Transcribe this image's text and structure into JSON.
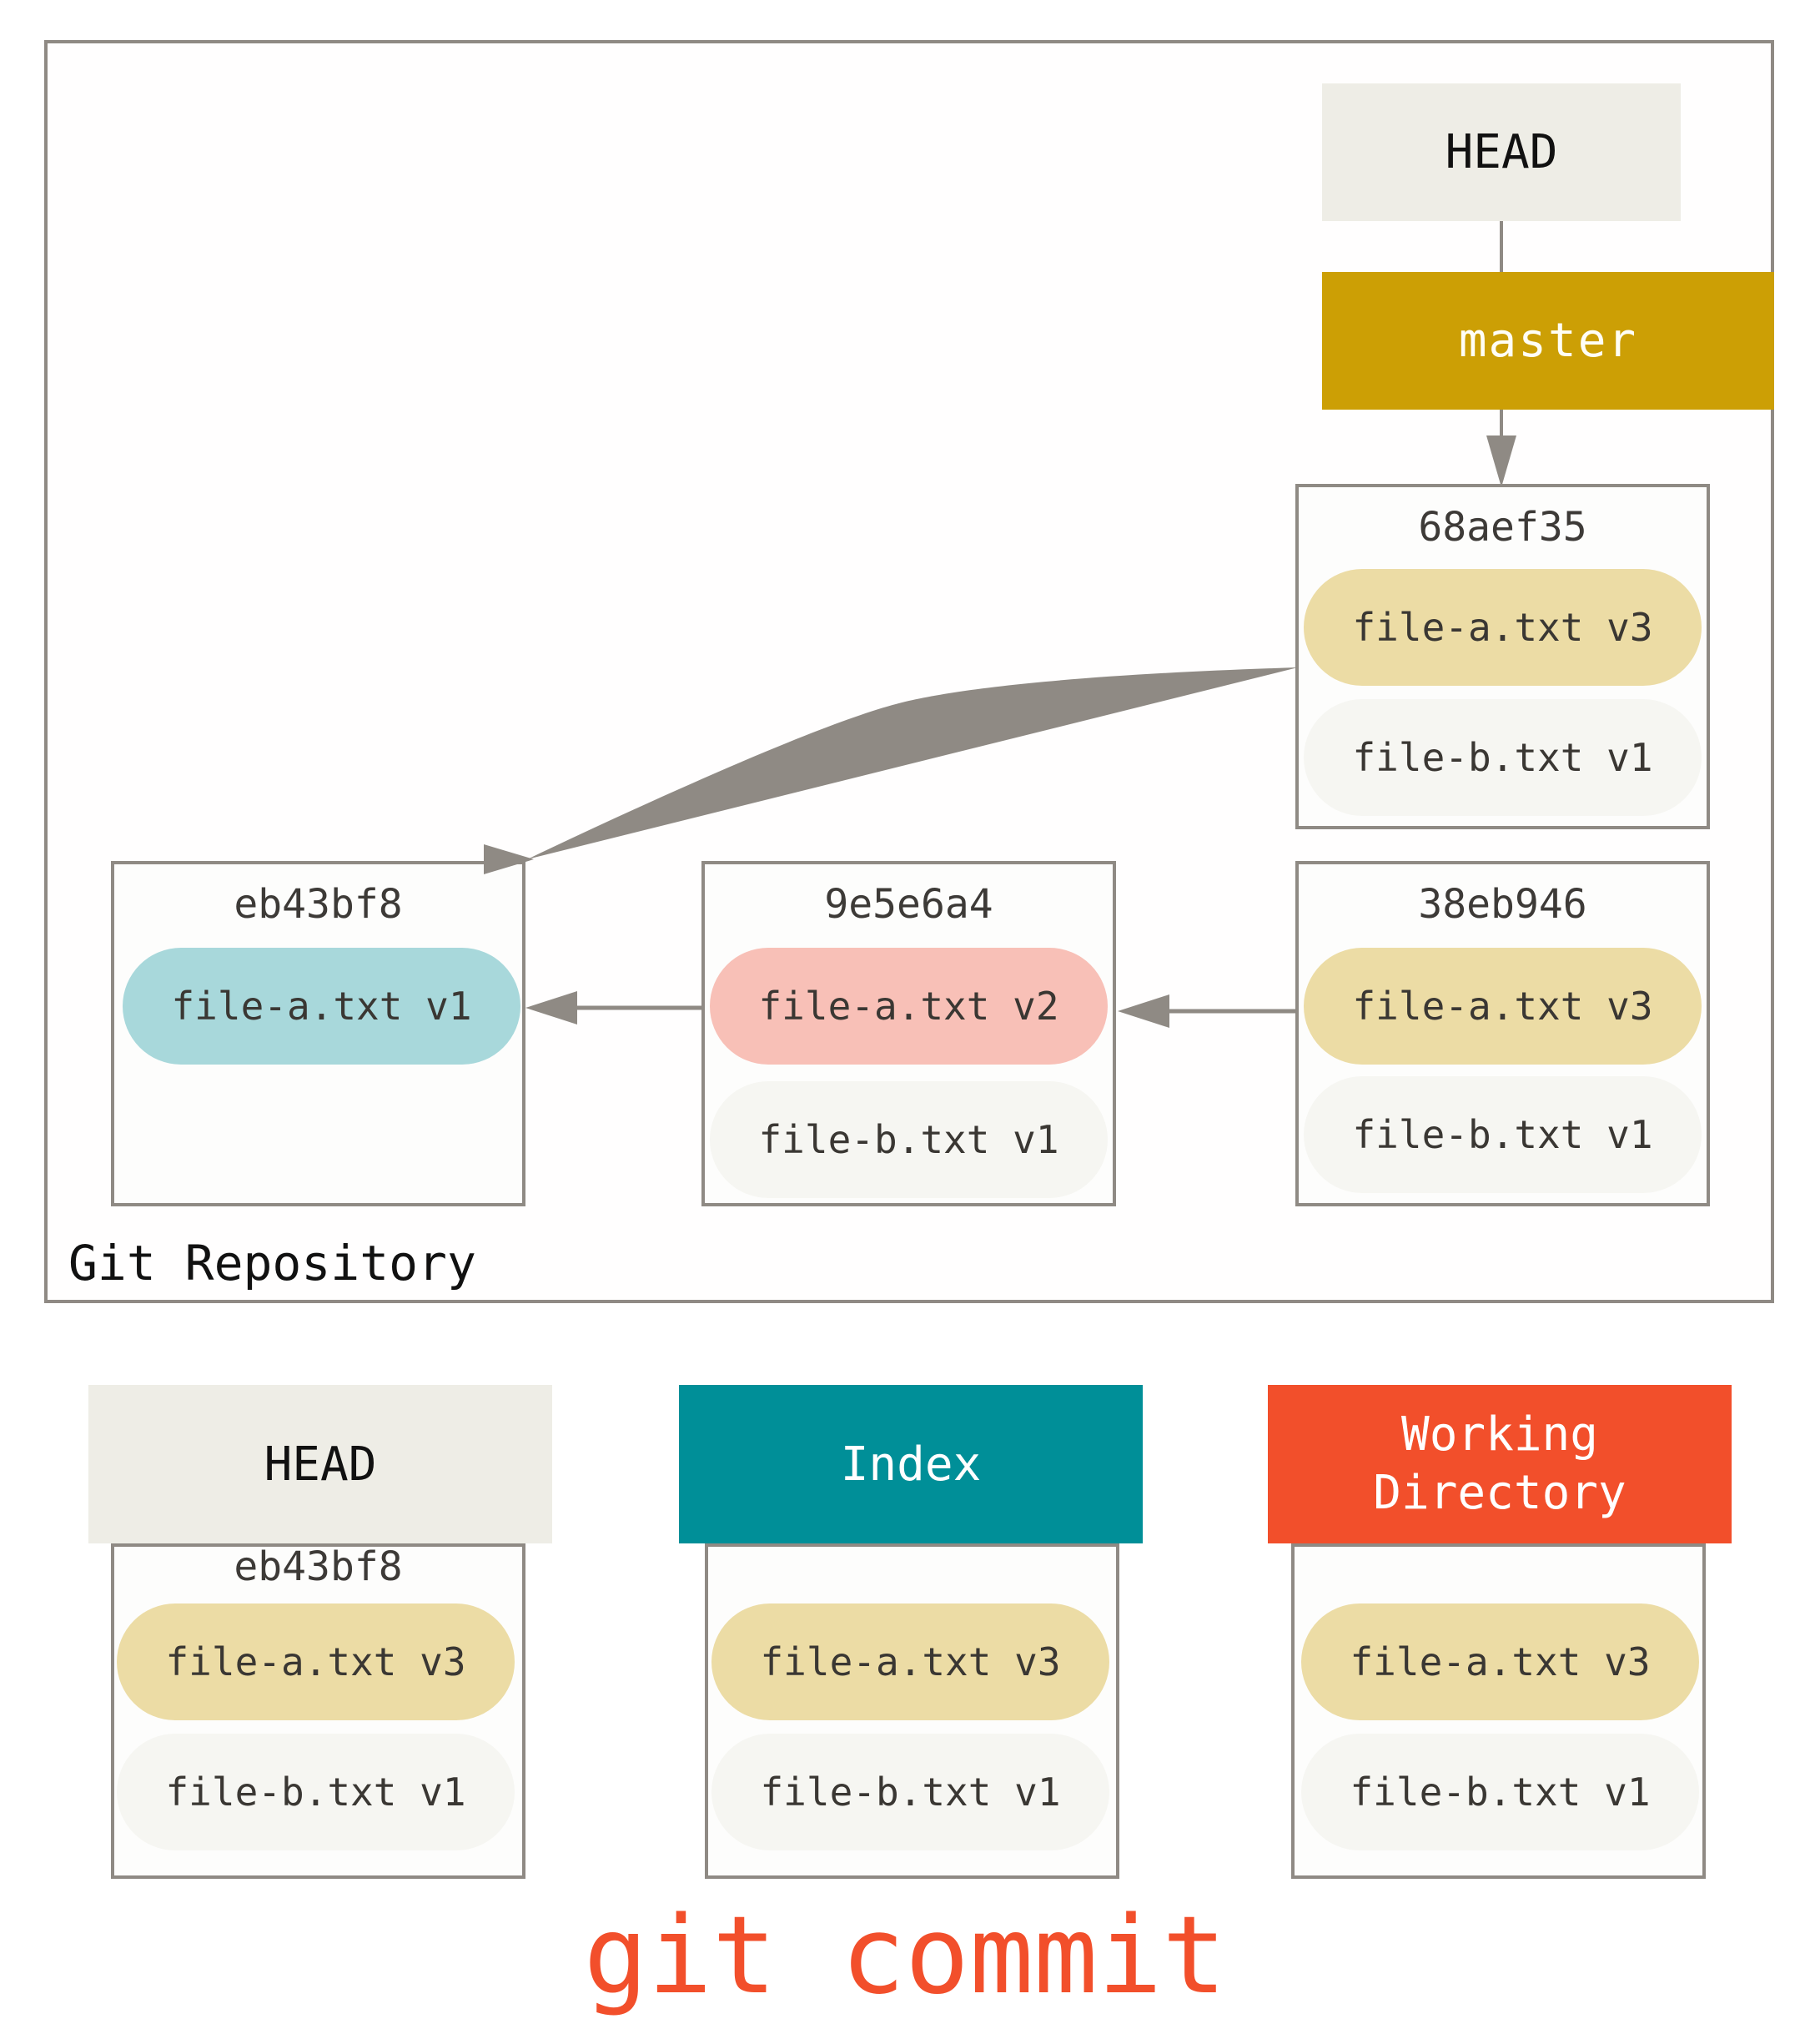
{
  "repository": {
    "label": "Git Repository",
    "head_label": "HEAD",
    "branch_label": "master",
    "commits": [
      {
        "hash": "68aef35",
        "files": [
          "file-a.txt v3",
          "file-b.txt v1"
        ]
      },
      {
        "hash": "eb43bf8",
        "files": [
          "file-a.txt v1"
        ]
      },
      {
        "hash": "9e5e6a4",
        "files": [
          "file-a.txt v2",
          "file-b.txt v1"
        ]
      },
      {
        "hash": "38eb946",
        "files": [
          "file-a.txt v3",
          "file-b.txt v1"
        ]
      }
    ]
  },
  "areas": [
    {
      "title": "HEAD",
      "hash": "eb43bf8",
      "files": [
        "file-a.txt v3",
        "file-b.txt v1"
      ]
    },
    {
      "title": "Index",
      "files": [
        "file-a.txt v3",
        "file-b.txt v1"
      ]
    },
    {
      "title_line1": "Working",
      "title_line2": "Directory",
      "files": [
        "file-a.txt v3",
        "file-b.txt v1"
      ]
    }
  ],
  "caption": "git commit",
  "colors": {
    "head": "#eeede6",
    "branch": "#cc9f05",
    "index": "#008f98",
    "working_directory": "#f24f2b",
    "file_v3": "#ecdca5",
    "file_v2": "#f8c0b7",
    "file_v1_a": "#a8d8db",
    "file_b": "#f6f6f2",
    "border": "#8f8a84",
    "caption": "#f24f2b"
  }
}
